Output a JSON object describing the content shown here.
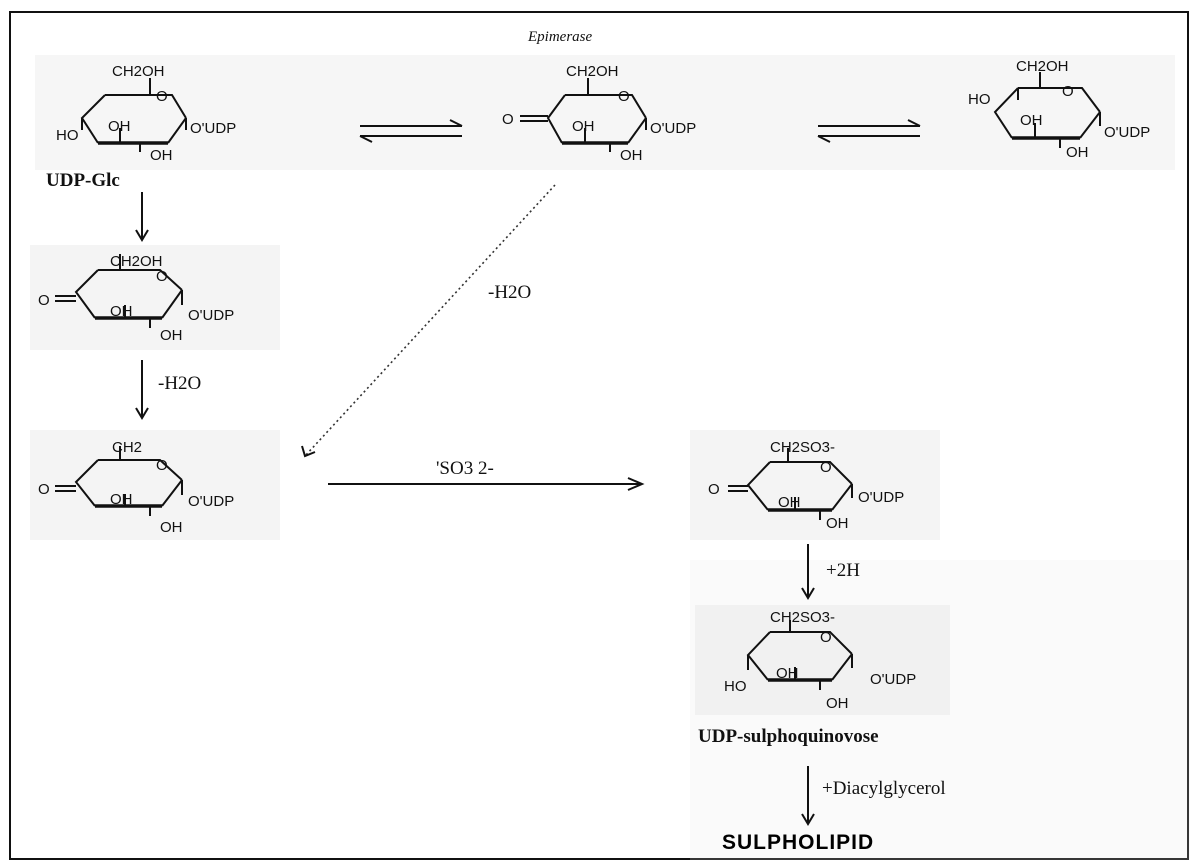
{
  "enzyme": "Epimerase",
  "labels": {
    "udp_glc": "UDP-Glc",
    "udp_sq": "UDP-sulphoquinovose",
    "sulpholipid": "SULPHOLIPID",
    "minus_h2o_diag": "-H2O",
    "minus_h2o_left": "-H2O",
    "sulphite": "'SO3 2-",
    "plus_2h": "+2H",
    "plus_dag": "+Diacylglycerol"
  },
  "groups": {
    "ch2oh": "CH2OH",
    "ch2": "CH2",
    "ch2so3": "CH2SO3-",
    "ring_o": "O",
    "oh": "OH",
    "ho": "HO",
    "keto": "O",
    "oudp": "O'UDP"
  }
}
